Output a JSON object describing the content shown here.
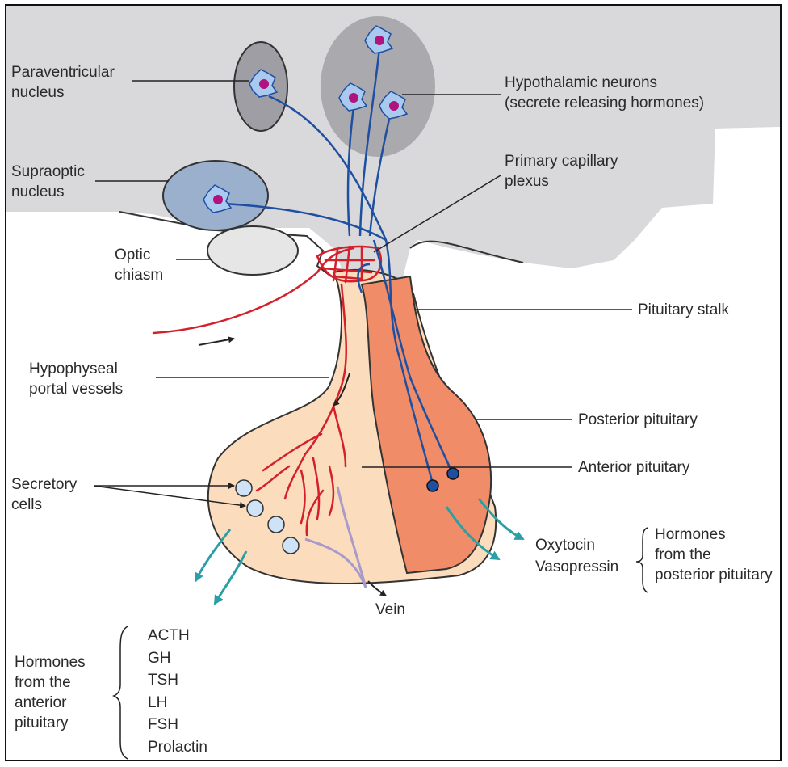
{
  "labels": {
    "paraventricular": [
      "Paraventricular",
      "nucleus"
    ],
    "supraoptic": [
      "Supraoptic",
      "nucleus"
    ],
    "optic_chiasm": [
      "Optic",
      "chiasm"
    ],
    "hypothalamic_neurons": [
      "Hypothalamic neurons",
      "(secrete releasing hormones)"
    ],
    "primary_capillary": [
      "Primary capillary",
      "plexus"
    ],
    "pituitary_stalk": "Pituitary stalk",
    "portal_vessels": [
      "Hypophyseal",
      "portal vessels"
    ],
    "posterior_pituitary": "Posterior pituitary",
    "anterior_pituitary": "Anterior pituitary",
    "secretory_cells": [
      "Secretory",
      "cells"
    ],
    "oxytocin": "Oxytocin",
    "vasopressin": "Vasopressin",
    "hormones_posterior": [
      "Hormones",
      "from the",
      "posterior pituitary"
    ],
    "vein": "Vein",
    "hormones_anterior": [
      "Hormones",
      "from the",
      "anterior",
      "pituitary"
    ],
    "anterior_hormones": [
      "ACTH",
      "GH",
      "TSH",
      "LH",
      "FSH",
      "Prolactin"
    ]
  },
  "colors": {
    "hypothalamus": "#d9d9db",
    "nucleus_fill": "#9e9ea4",
    "neuron_fill": "#a9c9ee",
    "neuron_nucleus": "#b0127e",
    "axon": "#1f4fa0",
    "portal_vessel": "#d4202b",
    "anterior_fill": "#fbdcbc",
    "posterior_fill": "#f08c68",
    "secretory_cell": "#cfe3f7",
    "arrow_teal": "#2a9fa6",
    "vein": "#a99bc9",
    "leader": "#222222"
  }
}
